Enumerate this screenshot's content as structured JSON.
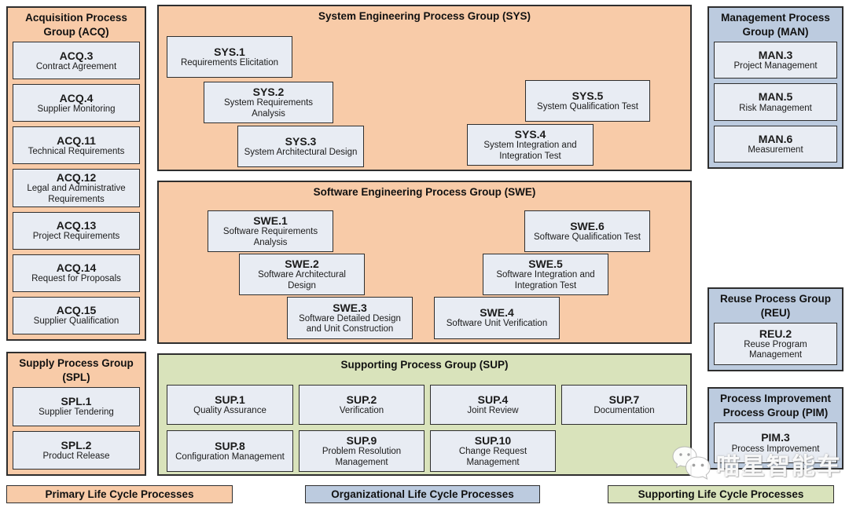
{
  "colors": {
    "primary": "#F8CBA8",
    "organizational": "#BCCBDF",
    "supporting": "#D9E3BB",
    "process_box": "#E8ECF3",
    "border": "#2E2E2E"
  },
  "groups": {
    "acq": {
      "title": "Acquisition Process Group (ACQ)",
      "category": "primary",
      "items": [
        {
          "id": "ACQ.3",
          "name": "Contract Agreement"
        },
        {
          "id": "ACQ.4",
          "name": "Supplier Monitoring"
        },
        {
          "id": "ACQ.11",
          "name": "Technical Requirements"
        },
        {
          "id": "ACQ.12",
          "name": "Legal and Administrative Requirements"
        },
        {
          "id": "ACQ.13",
          "name": "Project Requirements"
        },
        {
          "id": "ACQ.14",
          "name": "Request for Proposals"
        },
        {
          "id": "ACQ.15",
          "name": "Supplier Qualification"
        }
      ]
    },
    "spl": {
      "title": "Supply Process Group (SPL)",
      "category": "primary",
      "items": [
        {
          "id": "SPL.1",
          "name": "Supplier Tendering"
        },
        {
          "id": "SPL.2",
          "name": "Product Release"
        }
      ]
    },
    "sys": {
      "title": "System Engineering Process Group (SYS)",
      "category": "primary",
      "items": [
        {
          "id": "SYS.1",
          "name": "Requirements Elicitation"
        },
        {
          "id": "SYS.2",
          "name": "System Requirements Analysis"
        },
        {
          "id": "SYS.3",
          "name": "System Architectural Design"
        },
        {
          "id": "SYS.4",
          "name": "System Integration and Integration Test"
        },
        {
          "id": "SYS.5",
          "name": "System Qualification Test"
        }
      ]
    },
    "swe": {
      "title": "Software Engineering Process Group (SWE)",
      "category": "primary",
      "items": [
        {
          "id": "SWE.1",
          "name": "Software Requirements Analysis"
        },
        {
          "id": "SWE.2",
          "name": "Software Architectural Design"
        },
        {
          "id": "SWE.3",
          "name": "Software Detailed Design and Unit Construction"
        },
        {
          "id": "SWE.4",
          "name": "Software Unit Verification"
        },
        {
          "id": "SWE.5",
          "name": "Software Integration and Integration Test"
        },
        {
          "id": "SWE.6",
          "name": "Software Qualification Test"
        }
      ]
    },
    "sup": {
      "title": "Supporting Process Group (SUP)",
      "category": "supporting",
      "items": [
        {
          "id": "SUP.1",
          "name": "Quality Assurance"
        },
        {
          "id": "SUP.2",
          "name": "Verification"
        },
        {
          "id": "SUP.4",
          "name": "Joint Review"
        },
        {
          "id": "SUP.7",
          "name": "Documentation"
        },
        {
          "id": "SUP.8",
          "name": "Configuration Management"
        },
        {
          "id": "SUP.9",
          "name": "Problem Resolution Management"
        },
        {
          "id": "SUP.10",
          "name": "Change Request Management"
        }
      ]
    },
    "man": {
      "title": "Management Process Group (MAN)",
      "category": "organizational",
      "items": [
        {
          "id": "MAN.3",
          "name": "Project Management"
        },
        {
          "id": "MAN.5",
          "name": "Risk Management"
        },
        {
          "id": "MAN.6",
          "name": "Measurement"
        }
      ]
    },
    "reu": {
      "title": "Reuse Process Group (REU)",
      "category": "organizational",
      "items": [
        {
          "id": "REU.2",
          "name": "Reuse Program Management"
        }
      ]
    },
    "pim": {
      "title": "Process Improvement Process Group (PIM)",
      "category": "organizational",
      "items": [
        {
          "id": "PIM.3",
          "name": "Process Improvement"
        }
      ]
    }
  },
  "legend": [
    {
      "label": "Primary Life Cycle Processes",
      "category": "primary"
    },
    {
      "label": "Organizational Life Cycle Processes",
      "category": "organizational"
    },
    {
      "label": "Supporting Life Cycle Processes",
      "category": "supporting"
    }
  ],
  "watermark": {
    "text": "喵星智能车",
    "icon": "speech-bubbles-icon"
  }
}
